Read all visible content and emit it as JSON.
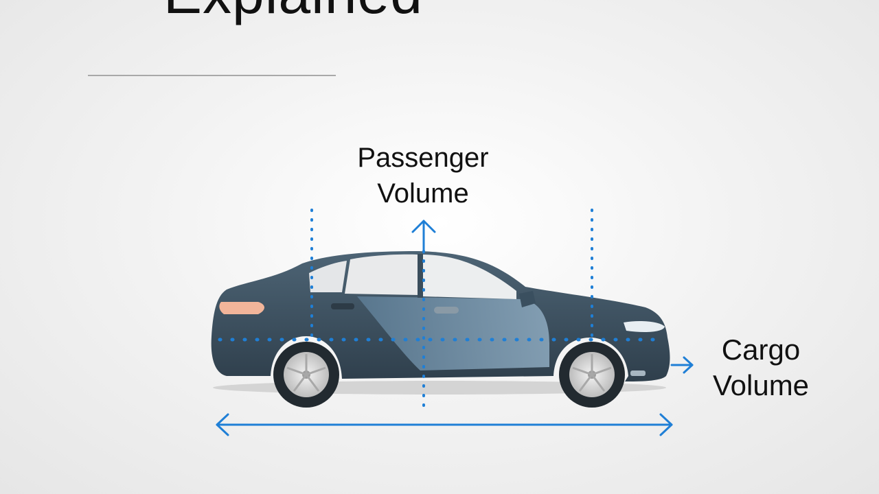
{
  "title": "Explained",
  "labels": {
    "passenger_line1": "Passenger",
    "passenger_line2": "Volume",
    "cargo_line1": "Cargo",
    "cargo_line2": "Volume"
  },
  "colors": {
    "car_body": "#3f5566",
    "car_door": "#6d8ba3",
    "window": "#e6e6e6",
    "measure_blue": "#1f7fd6",
    "taillight": "#f2b59a"
  },
  "icons": [
    "car-icon",
    "arrow-up-icon",
    "arrow-right-icon",
    "double-arrow-icon"
  ]
}
